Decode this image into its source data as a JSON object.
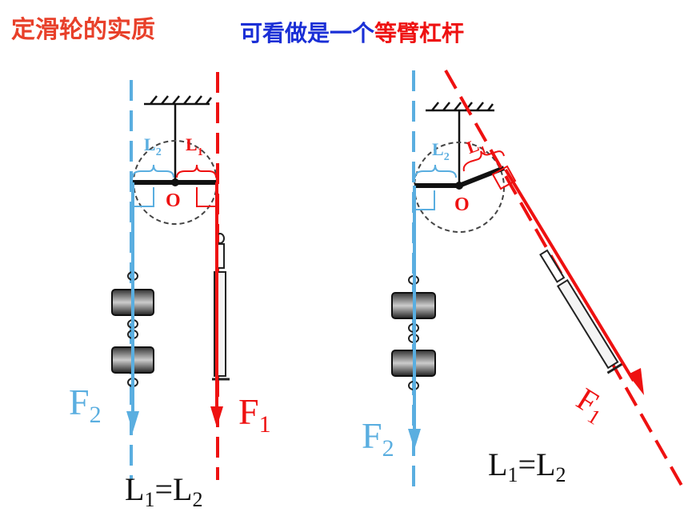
{
  "title": "定滑轮的实质",
  "subtitle": {
    "part1": "可看做是一个",
    "part2": "等臂杠杆"
  },
  "labels": {
    "L": "L",
    "F": "F",
    "sub1": "1",
    "sub2": "2",
    "O": "O",
    "equals": "="
  },
  "colors": {
    "title": "#e8402a",
    "blue_text": "#1a2fd6",
    "red": "#ee1111",
    "light_blue": "#5aaee0",
    "black": "#111111",
    "circle": "#444444"
  }
}
